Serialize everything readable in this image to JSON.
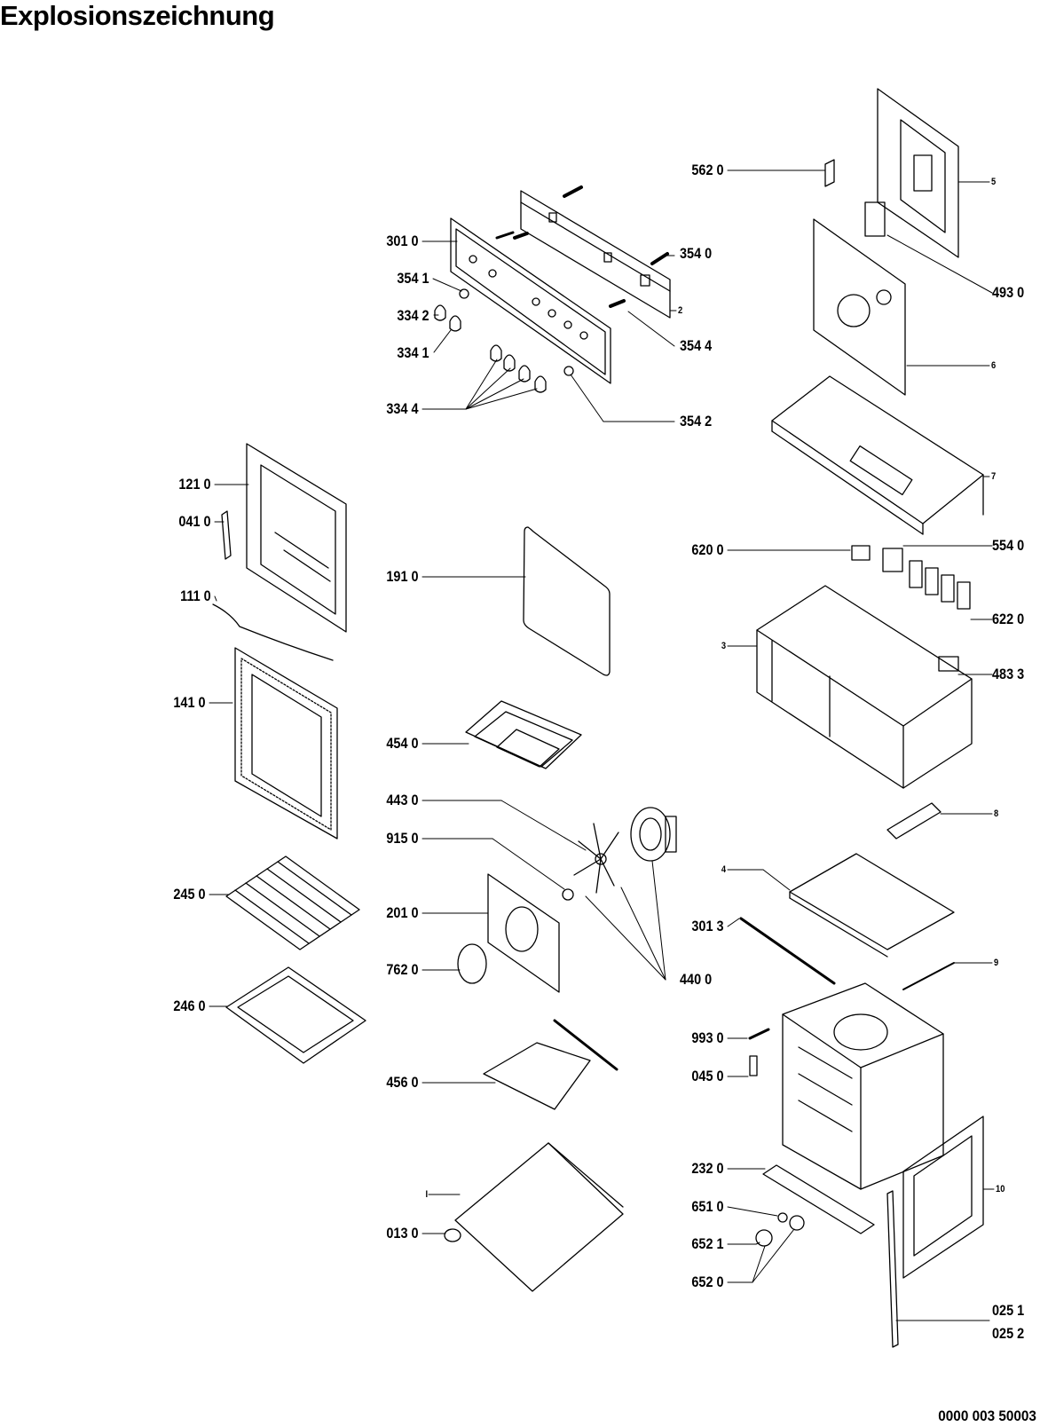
{
  "title": "Explosionszeichnung",
  "document_number": "0000 003 50003",
  "parts_left": [
    {
      "id": "p3010",
      "label": "301 0"
    },
    {
      "id": "p3541",
      "label": "354 1"
    },
    {
      "id": "p3342",
      "label": "334 2"
    },
    {
      "id": "p3341",
      "label": "334 1"
    },
    {
      "id": "p3344",
      "label": "334 4"
    },
    {
      "id": "p1210",
      "label": "121 0"
    },
    {
      "id": "p0410",
      "label": "041 0"
    },
    {
      "id": "p1110",
      "label": "111 0"
    },
    {
      "id": "p1410",
      "label": "141 0"
    },
    {
      "id": "p2450",
      "label": "245 0"
    },
    {
      "id": "p2460",
      "label": "246 0"
    },
    {
      "id": "p1910",
      "label": "191 0"
    },
    {
      "id": "p4540",
      "label": "454 0"
    },
    {
      "id": "p4430",
      "label": "443 0"
    },
    {
      "id": "p9150",
      "label": "915 0"
    },
    {
      "id": "p2010",
      "label": "201 0"
    },
    {
      "id": "p7620",
      "label": "762 0"
    },
    {
      "id": "p4560",
      "label": "456 0"
    },
    {
      "id": "p0130",
      "label": "013 0"
    },
    {
      "id": "p5620",
      "label": "562 0"
    },
    {
      "id": "p6200",
      "label": "620 0"
    },
    {
      "id": "p3013",
      "label": "301 3"
    },
    {
      "id": "p9930",
      "label": "993 0"
    },
    {
      "id": "p0450",
      "label": "045 0"
    },
    {
      "id": "p2320",
      "label": "232 0"
    },
    {
      "id": "p6510",
      "label": "651 0"
    },
    {
      "id": "p6521",
      "label": "652 1"
    },
    {
      "id": "p6520",
      "label": "652 0"
    }
  ],
  "parts_right": [
    {
      "id": "p3540",
      "label": "354 0"
    },
    {
      "id": "p3544",
      "label": "354 4"
    },
    {
      "id": "p3542",
      "label": "354 2"
    },
    {
      "id": "p4930",
      "label": "493 0"
    },
    {
      "id": "p5540",
      "label": "554 0"
    },
    {
      "id": "p6220",
      "label": "622 0"
    },
    {
      "id": "p4833",
      "label": "483 3"
    },
    {
      "id": "p4400",
      "label": "440 0"
    },
    {
      "id": "p0251",
      "label": "025 1"
    },
    {
      "id": "p0252",
      "label": "025 2"
    }
  ],
  "callouts": [
    {
      "id": "c2",
      "label": "2"
    },
    {
      "id": "c5",
      "label": "5"
    },
    {
      "id": "c6",
      "label": "6"
    },
    {
      "id": "c7",
      "label": "7"
    },
    {
      "id": "c3",
      "label": "3"
    },
    {
      "id": "c8",
      "label": "8"
    },
    {
      "id": "c4",
      "label": "4"
    },
    {
      "id": "c9",
      "label": "9"
    },
    {
      "id": "c10",
      "label": "10"
    },
    {
      "id": "cI",
      "label": "I"
    }
  ]
}
